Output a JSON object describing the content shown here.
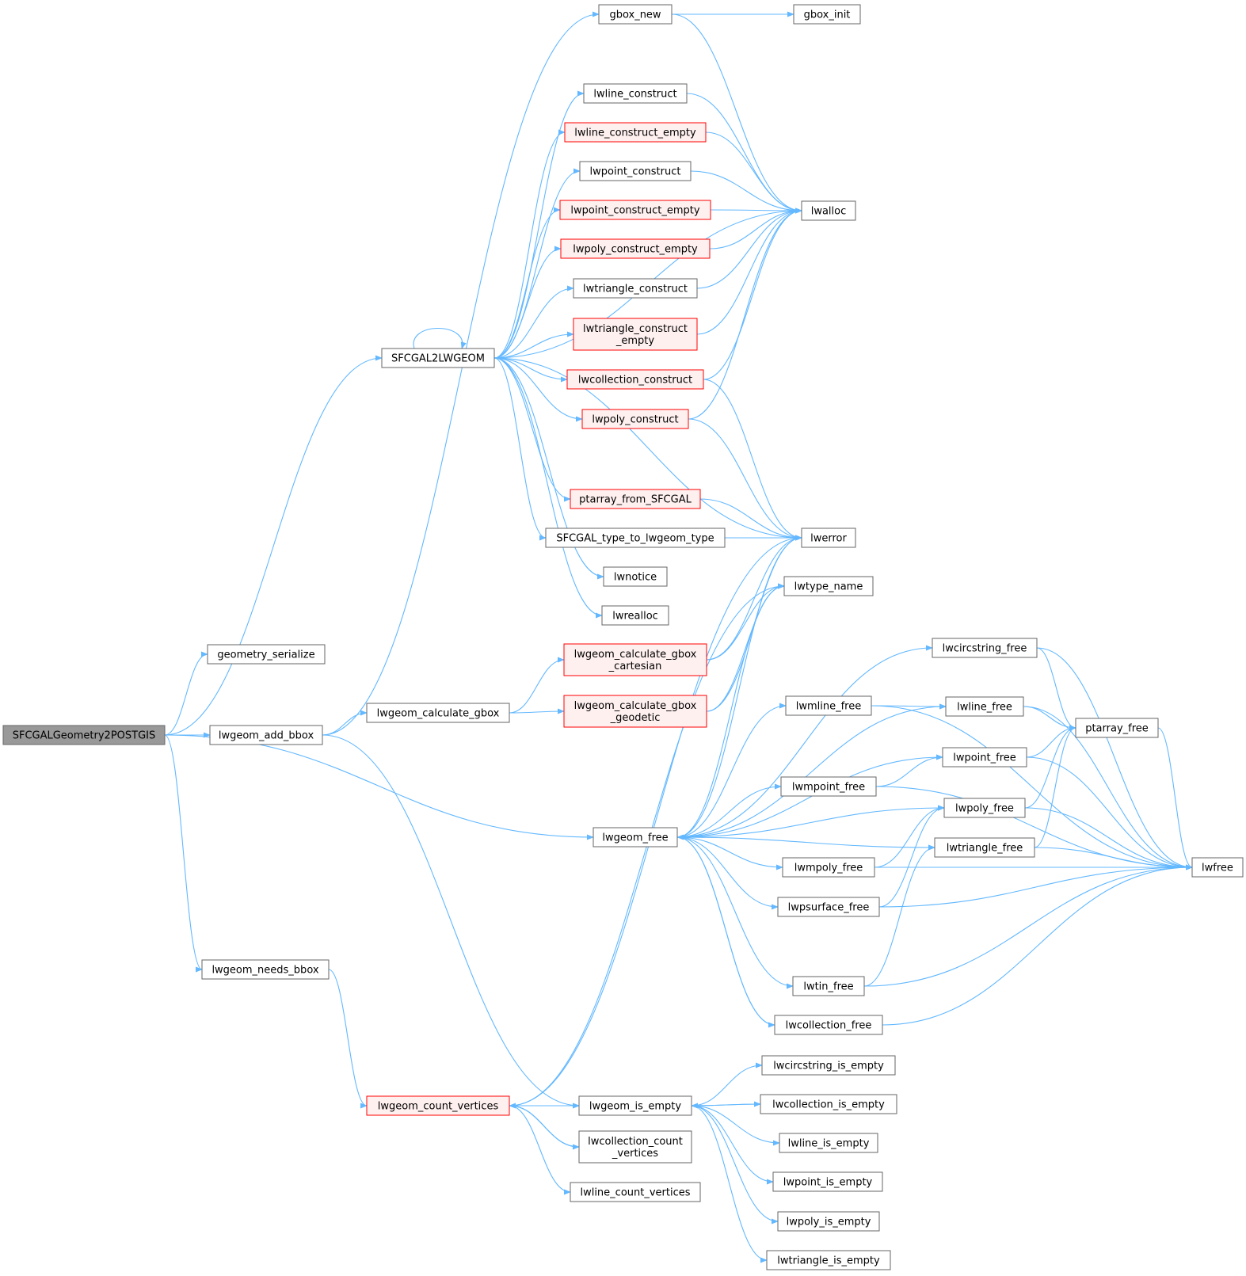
{
  "colors": {
    "edge": "#63b8ff",
    "node_border": "#666666",
    "node_fill": "#ffffff",
    "root_fill": "#999999",
    "root_border": "#666666",
    "truncated_border": "#ff0000",
    "truncated_fill": "#fff0f0"
  },
  "nodes": {
    "SFCGALGeometry2POSTGIS": {
      "lines": [
        "SFCGALGeometry2POSTGIS"
      ],
      "kind": "root"
    },
    "geometry_serialize": {
      "lines": [
        "geometry_serialize"
      ],
      "kind": "normal"
    },
    "lwgeom_add_bbox": {
      "lines": [
        "lwgeom_add_bbox"
      ],
      "kind": "normal"
    },
    "lwgeom_needs_bbox": {
      "lines": [
        "lwgeom_needs_bbox"
      ],
      "kind": "normal"
    },
    "SFCGAL2LWGEOM": {
      "lines": [
        "SFCGAL2LWGEOM"
      ],
      "kind": "normal"
    },
    "lwgeom_calculate_gbox": {
      "lines": [
        "lwgeom_calculate_gbox"
      ],
      "kind": "normal"
    },
    "lwgeom_count_vertices": {
      "lines": [
        "lwgeom_count_vertices"
      ],
      "kind": "truncated"
    },
    "gbox_new": {
      "lines": [
        "gbox_new"
      ],
      "kind": "normal"
    },
    "gbox_init": {
      "lines": [
        "gbox_init"
      ],
      "kind": "normal"
    },
    "lwline_construct": {
      "lines": [
        "lwline_construct"
      ],
      "kind": "normal"
    },
    "lwline_construct_empty": {
      "lines": [
        "lwline_construct_empty"
      ],
      "kind": "truncated"
    },
    "lwpoint_construct": {
      "lines": [
        "lwpoint_construct"
      ],
      "kind": "normal"
    },
    "lwpoint_construct_empty": {
      "lines": [
        "lwpoint_construct_empty"
      ],
      "kind": "truncated"
    },
    "lwpoly_construct_empty": {
      "lines": [
        "lwpoly_construct_empty"
      ],
      "kind": "truncated"
    },
    "lwtriangle_construct": {
      "lines": [
        "lwtriangle_construct"
      ],
      "kind": "normal"
    },
    "lwtriangle_construct_empty": {
      "lines": [
        "lwtriangle_construct",
        "_empty"
      ],
      "kind": "truncated"
    },
    "lwcollection_construct": {
      "lines": [
        "lwcollection_construct"
      ],
      "kind": "truncated"
    },
    "lwpoly_construct": {
      "lines": [
        "lwpoly_construct"
      ],
      "kind": "truncated"
    },
    "ptarray_from_SFCGAL": {
      "lines": [
        "ptarray_from_SFCGAL"
      ],
      "kind": "truncated"
    },
    "SFCGAL_type_to_lwgeom_type": {
      "lines": [
        "SFCGAL_type_to_lwgeom_type"
      ],
      "kind": "normal"
    },
    "lwnotice": {
      "lines": [
        "lwnotice"
      ],
      "kind": "normal"
    },
    "lwrealloc": {
      "lines": [
        "lwrealloc"
      ],
      "kind": "normal"
    },
    "lwgeom_calculate_gbox_cartesian": {
      "lines": [
        "lwgeom_calculate_gbox",
        "_cartesian"
      ],
      "kind": "truncated"
    },
    "lwgeom_calculate_gbox_geodetic": {
      "lines": [
        "lwgeom_calculate_gbox",
        "_geodetic"
      ],
      "kind": "truncated"
    },
    "lwgeom_free": {
      "lines": [
        "lwgeom_free"
      ],
      "kind": "normal"
    },
    "lwgeom_is_empty": {
      "lines": [
        "lwgeom_is_empty"
      ],
      "kind": "normal"
    },
    "lwcollection_count_vertices": {
      "lines": [
        "lwcollection_count",
        "_vertices"
      ],
      "kind": "normal"
    },
    "lwline_count_vertices": {
      "lines": [
        "lwline_count_vertices"
      ],
      "kind": "normal"
    },
    "lwalloc": {
      "lines": [
        "lwalloc"
      ],
      "kind": "normal"
    },
    "lwerror": {
      "lines": [
        "lwerror"
      ],
      "kind": "normal"
    },
    "lwtype_name": {
      "lines": [
        "lwtype_name"
      ],
      "kind": "normal"
    },
    "lwmline_free": {
      "lines": [
        "lwmline_free"
      ],
      "kind": "normal"
    },
    "lwmpoint_free": {
      "lines": [
        "lwmpoint_free"
      ],
      "kind": "normal"
    },
    "lwmpoly_free": {
      "lines": [
        "lwmpoly_free"
      ],
      "kind": "normal"
    },
    "lwpsurface_free": {
      "lines": [
        "lwpsurface_free"
      ],
      "kind": "normal"
    },
    "lwtin_free": {
      "lines": [
        "lwtin_free"
      ],
      "kind": "normal"
    },
    "lwcollection_free": {
      "lines": [
        "lwcollection_free"
      ],
      "kind": "normal"
    },
    "lwcircstring_is_empty": {
      "lines": [
        "lwcircstring_is_empty"
      ],
      "kind": "normal"
    },
    "lwcollection_is_empty": {
      "lines": [
        "lwcollection_is_empty"
      ],
      "kind": "normal"
    },
    "lwline_is_empty": {
      "lines": [
        "lwline_is_empty"
      ],
      "kind": "normal"
    },
    "lwpoint_is_empty": {
      "lines": [
        "lwpoint_is_empty"
      ],
      "kind": "normal"
    },
    "lwpoly_is_empty": {
      "lines": [
        "lwpoly_is_empty"
      ],
      "kind": "normal"
    },
    "lwtriangle_is_empty": {
      "lines": [
        "lwtriangle_is_empty"
      ],
      "kind": "normal"
    },
    "lwcircstring_free": {
      "lines": [
        "lwcircstring_free"
      ],
      "kind": "normal"
    },
    "lwline_free": {
      "lines": [
        "lwline_free"
      ],
      "kind": "normal"
    },
    "lwpoint_free": {
      "lines": [
        "lwpoint_free"
      ],
      "kind": "normal"
    },
    "lwpoly_free": {
      "lines": [
        "lwpoly_free"
      ],
      "kind": "normal"
    },
    "lwtriangle_free": {
      "lines": [
        "lwtriangle_free"
      ],
      "kind": "normal"
    },
    "ptarray_free": {
      "lines": [
        "ptarray_free"
      ],
      "kind": "normal"
    },
    "lwfree": {
      "lines": [
        "lwfree"
      ],
      "kind": "normal"
    }
  },
  "edges": [
    [
      "SFCGALGeometry2POSTGIS",
      "geometry_serialize"
    ],
    [
      "SFCGALGeometry2POSTGIS",
      "SFCGAL2LWGEOM"
    ],
    [
      "SFCGALGeometry2POSTGIS",
      "lwgeom_add_bbox"
    ],
    [
      "SFCGALGeometry2POSTGIS",
      "lwgeom_free"
    ],
    [
      "SFCGALGeometry2POSTGIS",
      "lwgeom_needs_bbox"
    ],
    [
      "lwgeom_add_bbox",
      "gbox_new"
    ],
    [
      "lwgeom_add_bbox",
      "lwgeom_calculate_gbox"
    ],
    [
      "lwgeom_add_bbox",
      "lwgeom_is_empty"
    ],
    [
      "lwgeom_needs_bbox",
      "lwgeom_count_vertices"
    ],
    [
      "gbox_new",
      "gbox_init"
    ],
    [
      "gbox_new",
      "lwalloc"
    ],
    [
      "SFCGAL2LWGEOM",
      "SFCGAL2LWGEOM"
    ],
    [
      "SFCGAL2LWGEOM",
      "lwalloc"
    ],
    [
      "SFCGAL2LWGEOM",
      "lwline_construct"
    ],
    [
      "SFCGAL2LWGEOM",
      "lwline_construct_empty"
    ],
    [
      "SFCGAL2LWGEOM",
      "lwpoint_construct"
    ],
    [
      "SFCGAL2LWGEOM",
      "lwpoint_construct_empty"
    ],
    [
      "SFCGAL2LWGEOM",
      "lwpoly_construct_empty"
    ],
    [
      "SFCGAL2LWGEOM",
      "lwtriangle_construct"
    ],
    [
      "SFCGAL2LWGEOM",
      "lwtriangle_construct_empty"
    ],
    [
      "SFCGAL2LWGEOM",
      "lwcollection_construct"
    ],
    [
      "SFCGAL2LWGEOM",
      "lwpoly_construct"
    ],
    [
      "SFCGAL2LWGEOM",
      "lwerror"
    ],
    [
      "SFCGAL2LWGEOM",
      "ptarray_from_SFCGAL"
    ],
    [
      "SFCGAL2LWGEOM",
      "SFCGAL_type_to_lwgeom_type"
    ],
    [
      "SFCGAL2LWGEOM",
      "lwnotice"
    ],
    [
      "SFCGAL2LWGEOM",
      "lwrealloc"
    ],
    [
      "lwline_construct",
      "lwalloc"
    ],
    [
      "lwline_construct_empty",
      "lwalloc"
    ],
    [
      "lwpoint_construct",
      "lwalloc"
    ],
    [
      "lwpoint_construct_empty",
      "lwalloc"
    ],
    [
      "lwpoly_construct_empty",
      "lwalloc"
    ],
    [
      "lwtriangle_construct",
      "lwalloc"
    ],
    [
      "lwtriangle_construct_empty",
      "lwalloc"
    ],
    [
      "lwcollection_construct",
      "lwalloc"
    ],
    [
      "lwcollection_construct",
      "lwerror"
    ],
    [
      "lwpoly_construct",
      "lwalloc"
    ],
    [
      "lwpoly_construct",
      "lwerror"
    ],
    [
      "ptarray_from_SFCGAL",
      "lwerror"
    ],
    [
      "SFCGAL_type_to_lwgeom_type",
      "lwerror"
    ],
    [
      "lwgeom_calculate_gbox",
      "lwgeom_calculate_gbox_cartesian"
    ],
    [
      "lwgeom_calculate_gbox",
      "lwgeom_calculate_gbox_geodetic"
    ],
    [
      "lwgeom_calculate_gbox_cartesian",
      "lwerror"
    ],
    [
      "lwgeom_calculate_gbox_cartesian",
      "lwtype_name"
    ],
    [
      "lwgeom_calculate_gbox_geodetic",
      "lwerror"
    ],
    [
      "lwgeom_calculate_gbox_geodetic",
      "lwtype_name"
    ],
    [
      "lwgeom_count_vertices",
      "lwerror"
    ],
    [
      "lwgeom_count_vertices",
      "lwtype_name"
    ],
    [
      "lwgeom_count_vertices",
      "lwgeom_is_empty"
    ],
    [
      "lwgeom_count_vertices",
      "lwcollection_count_vertices"
    ],
    [
      "lwgeom_count_vertices",
      "lwline_count_vertices"
    ],
    [
      "lwcollection_count_vertices",
      "lwgeom_count_vertices"
    ],
    [
      "lwgeom_is_empty",
      "lwcircstring_is_empty"
    ],
    [
      "lwgeom_is_empty",
      "lwcollection_is_empty"
    ],
    [
      "lwgeom_is_empty",
      "lwline_is_empty"
    ],
    [
      "lwgeom_is_empty",
      "lwpoint_is_empty"
    ],
    [
      "lwgeom_is_empty",
      "lwpoly_is_empty"
    ],
    [
      "lwgeom_is_empty",
      "lwtriangle_is_empty"
    ],
    [
      "lwcollection_is_empty",
      "lwgeom_is_empty"
    ],
    [
      "lwgeom_free",
      "lwerror"
    ],
    [
      "lwgeom_free",
      "lwtype_name"
    ],
    [
      "lwgeom_free",
      "lwcircstring_free"
    ],
    [
      "lwgeom_free",
      "lwline_free"
    ],
    [
      "lwgeom_free",
      "lwmline_free"
    ],
    [
      "lwgeom_free",
      "lwpoint_free"
    ],
    [
      "lwgeom_free",
      "lwmpoint_free"
    ],
    [
      "lwgeom_free",
      "lwpoly_free"
    ],
    [
      "lwgeom_free",
      "lwtriangle_free"
    ],
    [
      "lwgeom_free",
      "lwmpoly_free"
    ],
    [
      "lwgeom_free",
      "lwpsurface_free"
    ],
    [
      "lwgeom_free",
      "lwtin_free"
    ],
    [
      "lwgeom_free",
      "lwcollection_free"
    ],
    [
      "lwmline_free",
      "lwline_free"
    ],
    [
      "lwmline_free",
      "lwfree"
    ],
    [
      "lwmpoint_free",
      "lwpoint_free"
    ],
    [
      "lwmpoint_free",
      "lwfree"
    ],
    [
      "lwmpoly_free",
      "lwpoly_free"
    ],
    [
      "lwmpoly_free",
      "lwfree"
    ],
    [
      "lwpsurface_free",
      "lwpoly_free"
    ],
    [
      "lwpsurface_free",
      "lwfree"
    ],
    [
      "lwtin_free",
      "lwtriangle_free"
    ],
    [
      "lwtin_free",
      "lwfree"
    ],
    [
      "lwcollection_free",
      "lwgeom_free"
    ],
    [
      "lwcollection_free",
      "lwfree"
    ],
    [
      "lwcircstring_free",
      "ptarray_free"
    ],
    [
      "lwcircstring_free",
      "lwfree"
    ],
    [
      "lwline_free",
      "ptarray_free"
    ],
    [
      "lwline_free",
      "lwfree"
    ],
    [
      "lwpoint_free",
      "ptarray_free"
    ],
    [
      "lwpoint_free",
      "lwfree"
    ],
    [
      "lwpoly_free",
      "ptarray_free"
    ],
    [
      "lwpoly_free",
      "lwfree"
    ],
    [
      "lwtriangle_free",
      "ptarray_free"
    ],
    [
      "lwtriangle_free",
      "lwfree"
    ],
    [
      "ptarray_free",
      "lwfree"
    ]
  ]
}
